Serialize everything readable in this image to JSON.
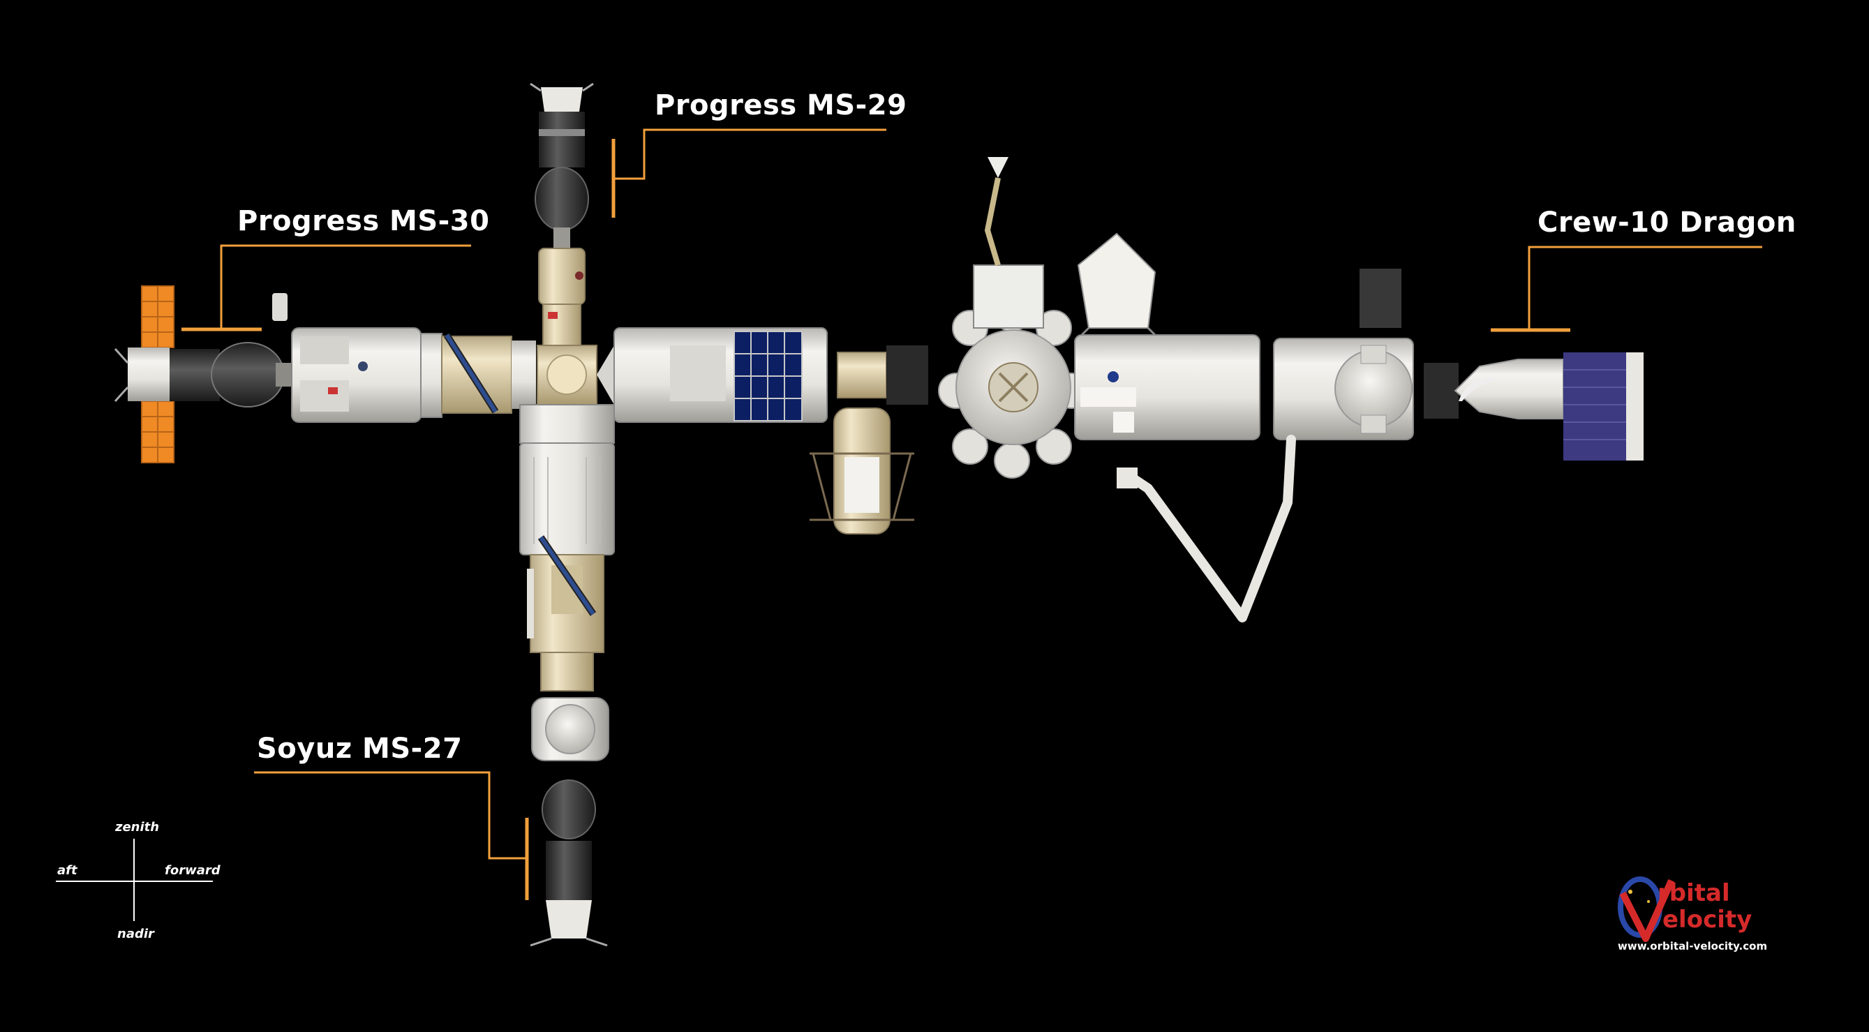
{
  "labels": {
    "progress_ms29": "Progress MS-29",
    "progress_ms30": "Progress MS-30",
    "crew10": "Crew-10 Dragon",
    "soyuz_ms27": "Soyuz MS-27"
  },
  "compass": {
    "zenith": "zenith",
    "nadir": "nadir",
    "aft": "aft",
    "forward": "forward"
  },
  "brand": {
    "line1": "rbital",
    "line2": "elocity",
    "url": "www.orbital-velocity.com"
  },
  "colors": {
    "background": "#000000",
    "leader": "#f2a03c",
    "module": "#e8e6e0",
    "module_beige": "#e6d7b2",
    "solar_orange": "#ef8a25",
    "solar_blue": "#0c1f63",
    "soyuz_dark": "#3a3a3a",
    "brand_red": "#d62a2a",
    "brand_blue": "#2a48a8"
  }
}
